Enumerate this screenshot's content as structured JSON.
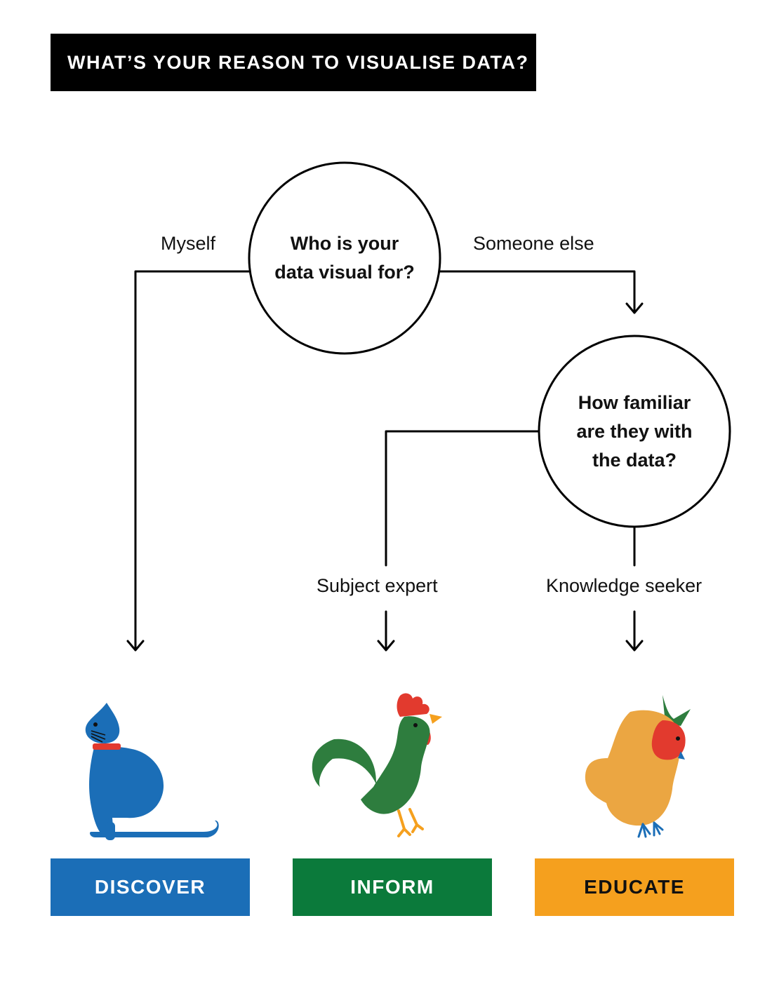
{
  "title": "WHAT’S YOUR REASON TO VISUALISE DATA?",
  "questions": {
    "audience": {
      "line1": "Who is your",
      "line2": "data visual for?"
    },
    "familiarity": {
      "line1": "How familiar",
      "line2": "are they with",
      "line3": "the data?"
    }
  },
  "branches": {
    "myself": "Myself",
    "someone_else": "Someone else",
    "subject_expert": "Subject expert",
    "knowledge_seeker": "Knowledge seeker"
  },
  "outcomes": [
    {
      "label": "DISCOVER",
      "color": "#1B6EB7",
      "text_color": "#ffffff",
      "icon": "cat-icon"
    },
    {
      "label": "INFORM",
      "color": "#0B7A3B",
      "text_color": "#ffffff",
      "icon": "rooster-icon"
    },
    {
      "label": "EDUCATE",
      "color": "#F5A01E",
      "text_color": "#111111",
      "icon": "owl-icon"
    }
  ]
}
